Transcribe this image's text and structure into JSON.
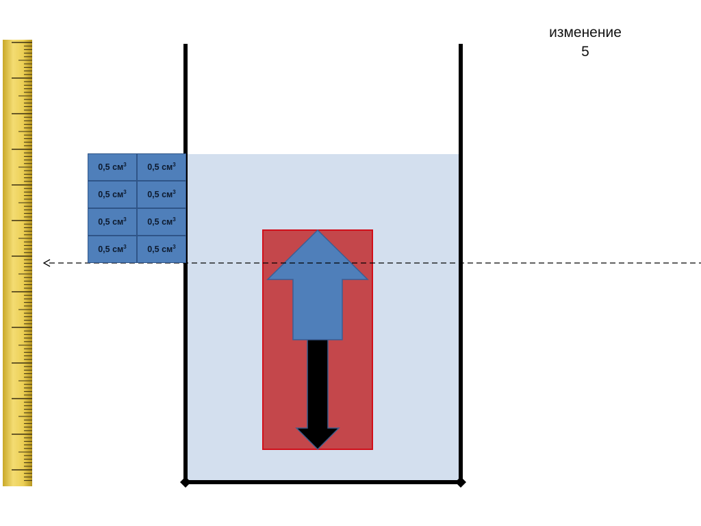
{
  "header": {
    "title_line1": "изменение",
    "title_line2": "5"
  },
  "cube_blocks": {
    "label": "0,5 см",
    "unit_power": "3",
    "rows": 4,
    "cols": 2
  },
  "colors": {
    "water": "#d3dfee",
    "beaker_wall": "#000000",
    "body": "#c4474b",
    "body_border": "#d10f1a",
    "buoyancy_arrow": "#4f7fba",
    "gravity_arrow": "#000000",
    "cube": "#4f7fba",
    "ruler": "#ecd05a"
  },
  "icons": {
    "buoyancy": "up-arrow-icon",
    "gravity": "down-arrow-icon",
    "level_marker": "dashed-left-arrow-icon"
  }
}
